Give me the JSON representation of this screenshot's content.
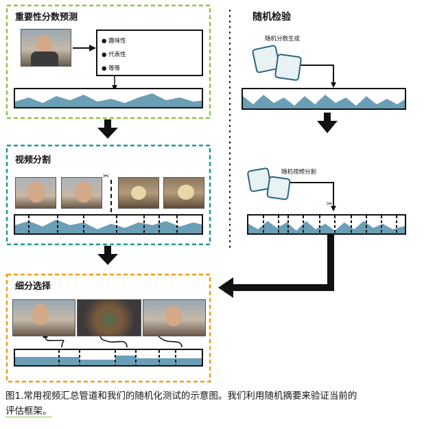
{
  "panels": {
    "importance": {
      "title": "重要性分数预测",
      "border_color": "#8dc63f"
    },
    "segmentation": {
      "title": "视频分割",
      "border_color": "#1a9a8a"
    },
    "selection": {
      "title": "细分选择",
      "border_color": "#f39c12"
    },
    "random": {
      "title": "随机检验"
    }
  },
  "importance_list": [
    "趣味性",
    "代表性",
    "等等"
  ],
  "random_labels": {
    "score_gen": "随机分数生成",
    "seg": "随机视频分割"
  },
  "caption": {
    "line1": "图1.常用视频汇总管道和我们的随机化测试的示意图。我们利用随机摘要来验证当前的",
    "line2": "评估框架。"
  },
  "colors": {
    "signal": "#6b9fb5",
    "accent_green": "#8bc34a"
  }
}
